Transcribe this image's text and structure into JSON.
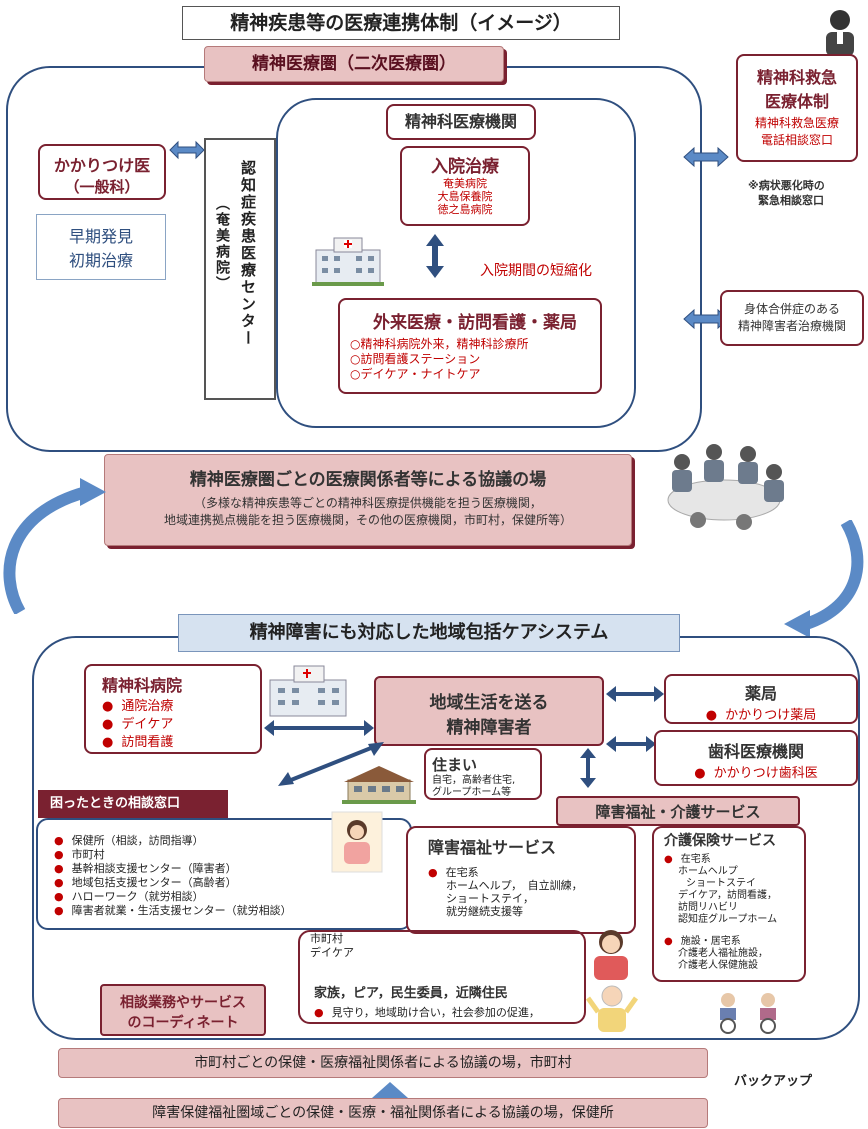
{
  "top": {
    "title": "精神疾患等の医療連携体制（イメージ）",
    "region_label": "精神医療圏（二次医療圏）",
    "kakaritsuke": {
      "title": "かかりつけ医",
      "sub": "（一般科）"
    },
    "early": {
      "line1": "早期発見",
      "line2": "初期治療"
    },
    "dementia_center": "認知症疾患医療センター",
    "dementia_hospital": "（奄美病院）",
    "psych_inst": "精神科医療機関",
    "inpatient": {
      "title": "入院治療",
      "items": [
        "奄美病院",
        "大島保養院",
        "徳之島病院"
      ]
    },
    "shorten": "入院期間の短縮化",
    "outpatient": {
      "title": "外来医療・訪問看護・薬局",
      "items": [
        "○精神科病院外来，精神科診療所",
        "○訪問看護ステーション",
        "○デイケア・ナイトケア"
      ]
    },
    "emergency": {
      "title1": "精神科救急",
      "title2": "医療体制",
      "sub1": "精神科救急医療",
      "sub2": "電話相談窓口"
    },
    "emergency_note": {
      "line1": "※病状悪化時の",
      "line2": "緊急相談窓口"
    },
    "complication": {
      "line1": "身体合併症のある",
      "line2": "精神障害者治療機関"
    },
    "council": {
      "title": "精神医療圏ごとの医療関係者等による協議の場",
      "line1": "（多様な精神疾患等ごとの精神科医療提供機能を担う医療機関，",
      "line2": "地域連携拠点機能を担う医療機関，その他の医療機関，市町村，保健所等）"
    }
  },
  "bottom": {
    "title": "精神障害にも対応した地域包括ケアシステム",
    "psych_hospital": {
      "title": "精神科病院",
      "items": [
        "通院治療",
        "デイケア",
        "訪問看護"
      ]
    },
    "center": {
      "line1": "地域生活を送る",
      "line2": "精神障害者"
    },
    "pharmacy": {
      "title": "薬局",
      "item": "かかりつけ薬局"
    },
    "dental": {
      "title": "歯科医療機関",
      "item": "かかりつけ歯科医"
    },
    "housing": {
      "title": "住まい",
      "line1": "自宅，高齢者住宅,",
      "line2": "グループホーム等"
    },
    "consult": {
      "title": "困ったときの相談窓口",
      "items": [
        "保健所（相談，訪問指導）",
        "市町村",
        "基幹相談支援センター（障害者）",
        "地域包括支援センター（高齢者）",
        "ハローワーク（就労相談）",
        "障害者就業・生活支援センター（就労相談）"
      ]
    },
    "welfare_band": "障害福祉・介護サービス",
    "welfare": {
      "title": "障害福祉サービス",
      "cat": "在宅系",
      "line1": "ホームヘルプ，　自立訓練，",
      "line2": "ショートステイ，",
      "line3": "就労継続支援等"
    },
    "care": {
      "title": "介護保険サービス",
      "cat1": "在宅系",
      "items1": [
        "ホームヘルプ",
        "ショートステイ",
        "デイケア，訪問看護，",
        "訪問リハビリ",
        "認知症グループホーム"
      ],
      "cat2": "施設・居宅系",
      "items2": [
        "介護老人福祉施設，",
        "介護老人保健施設"
      ]
    },
    "daycare": {
      "line1": "市町村",
      "line2": "デイケア"
    },
    "family": {
      "title": "家族，ピア，民生委員，近隣住民",
      "item": "見守り，地域助け合い，社会参加の促進，"
    },
    "coordinate": {
      "line1": "相談業務やサービス",
      "line2": "のコーディネート"
    }
  },
  "footer": {
    "muni": "市町村ごとの保健・医療福祉関係者による協議の場，市町村",
    "backup": "バックアップ",
    "health_center": "障害保健福祉圏域ごとの保健・医療・福祉関係者による協議の場，保健所"
  },
  "colors": {
    "maroon": "#7a2130",
    "pink": "#e8c2c2",
    "navy": "#2f4f7f",
    "red": "#c00000"
  }
}
